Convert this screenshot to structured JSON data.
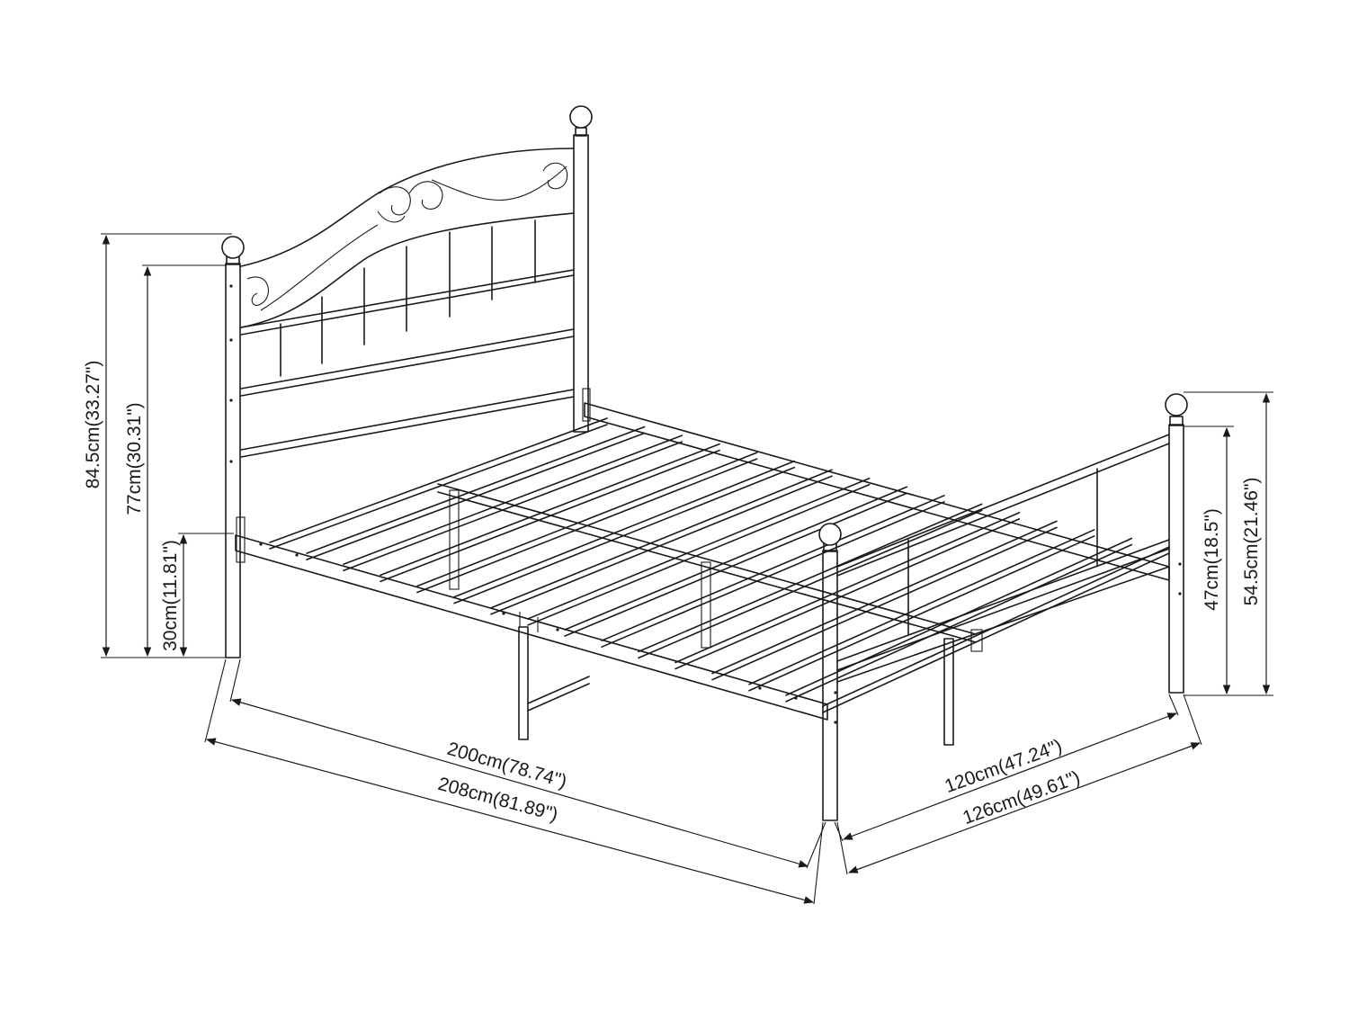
{
  "dimensions": {
    "total_height": "84.5cm(33.27\")",
    "headboard_height": "77cm(30.31\")",
    "frame_height": "30cm(11.81\")",
    "inner_length": "200cm(78.74\")",
    "outer_length": "208cm(81.89\")",
    "inner_width": "120cm(47.24\")",
    "outer_width": "126cm(49.61\")",
    "footboard_height": "47cm(18.5\")",
    "footboard_total_height": "54.5cm(21.46\")"
  }
}
